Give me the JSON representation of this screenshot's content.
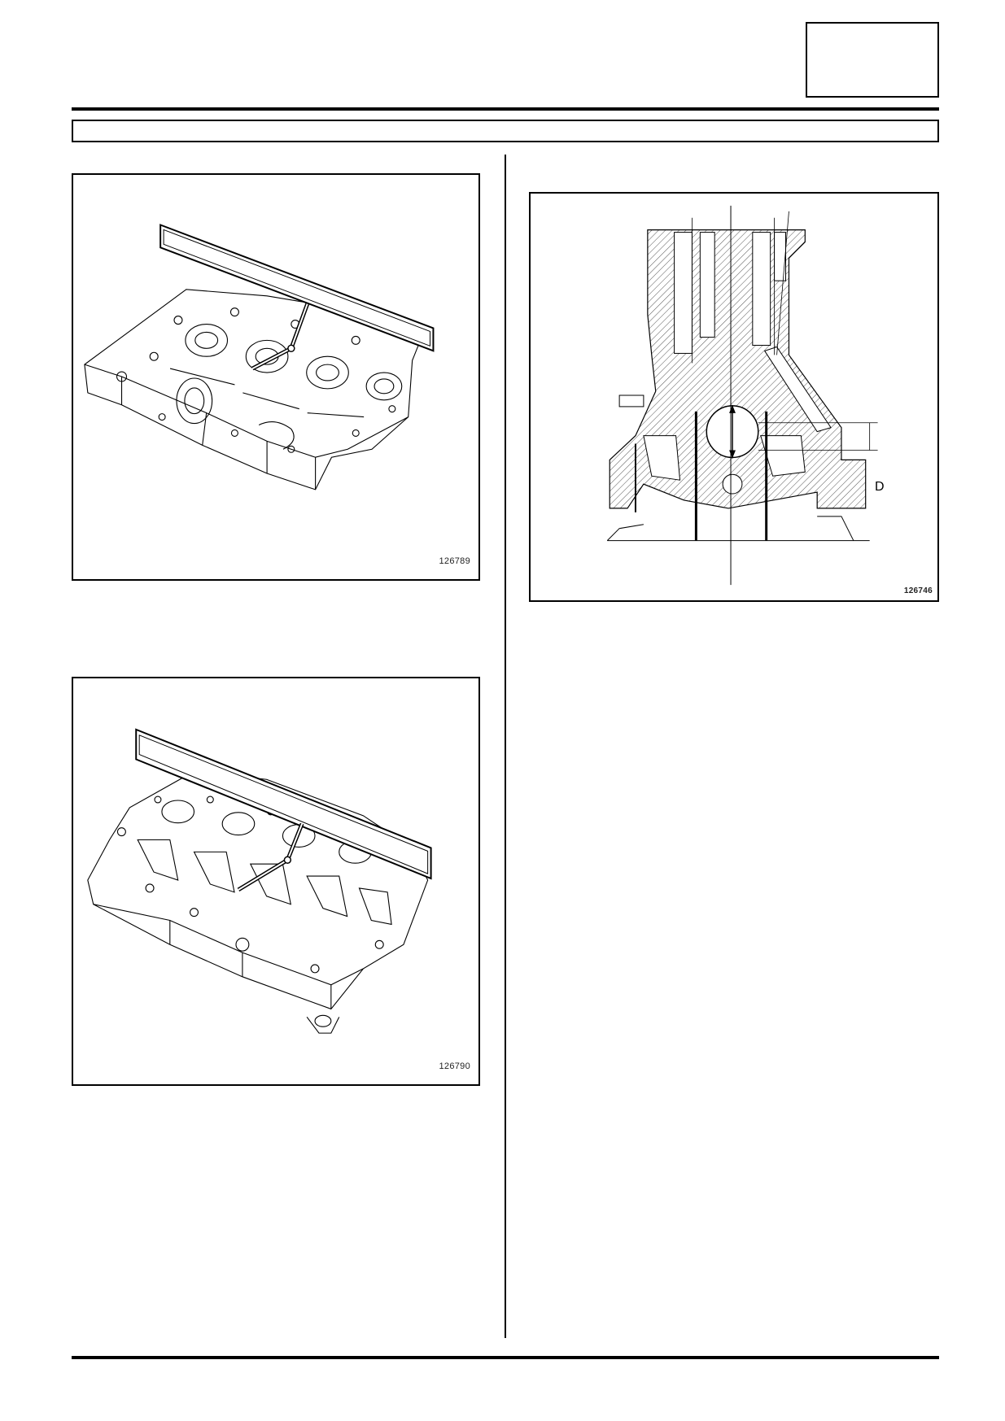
{
  "figures": [
    {
      "number": "126789"
    },
    {
      "number": "126790"
    },
    {
      "number": "126746",
      "label": "D"
    }
  ]
}
